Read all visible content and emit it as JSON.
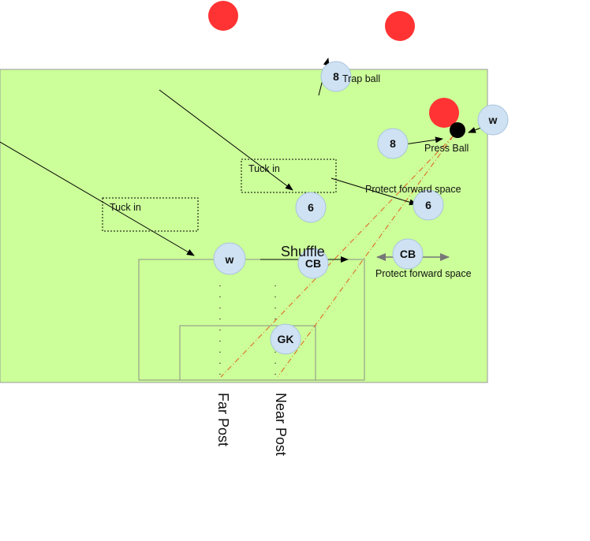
{
  "players": {
    "eight_top": "8",
    "w_right": "w",
    "eight_mid": "8",
    "six_center": "6",
    "six_right": "6",
    "w_left": "w",
    "cb_center": "CB",
    "cb_right": "CB",
    "gk": "GK"
  },
  "labels": {
    "trap_ball": "Trap ball",
    "press_ball": "Press Ball",
    "tuck_in_center": "Tuck in",
    "tuck_in_left": "Tuck in",
    "protect_upper": "Protect forward space",
    "protect_lower": "Protect forward space",
    "shuffle": "Shuffle",
    "far_post": "Far Post",
    "near_post": "Near Post"
  },
  "colors": {
    "pitch": "#ccff99",
    "player": "#cfe2f3",
    "opponent": "#ff3333",
    "ball": "#000000",
    "angle_line": "#e06020"
  }
}
